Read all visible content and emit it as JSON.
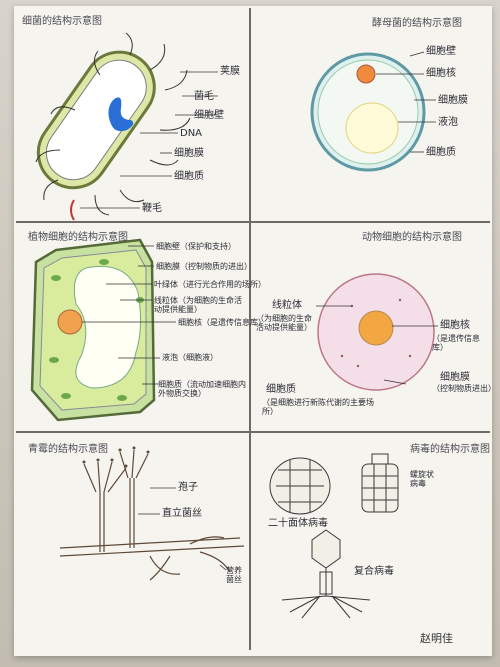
{
  "panels": {
    "bacteria": {
      "title": "细菌的结构示意图",
      "labels": [
        "荚膜",
        "菌毛",
        "细胞壁",
        "DNA",
        "细胞膜",
        "细胞质",
        "鞭毛"
      ]
    },
    "yeast": {
      "title": "酵母菌的结构示意图",
      "labels": [
        "细胞壁",
        "细胞核",
        "细胞膜",
        "液泡",
        "细胞质"
      ]
    },
    "plant": {
      "title": "植物细胞的结构示意图",
      "labels": [
        "细胞壁（保护和支持）",
        "细胞膜（控制物质的进出）",
        "叶绿体（进行光合作用的场所）",
        "线粒体（为细胞的生命活动提供能量）",
        "细胞核（是遗传信息库）",
        "液泡（细胞液）",
        "细胞质（流动加速细胞内外物质交换）"
      ]
    },
    "animal": {
      "title": "动物细胞的结构示意图",
      "labels": [
        "线粒体",
        "（为细胞的生命活动提供能量）",
        "细胞核",
        "（是遗传信息库）",
        "细胞膜",
        "（控制物质进出）",
        "细胞质",
        "（是细胞进行新陈代谢的主要场所）"
      ]
    },
    "mold": {
      "title": "青霉的结构示意图",
      "labels": [
        "孢子",
        "直立菌丝",
        "营养菌丝"
      ]
    },
    "virus": {
      "title": "病毒的结构示意图",
      "labels": [
        "二十面体病毒",
        "螺旋状病毒",
        "复合病毒"
      ],
      "signature": "赵明佳"
    }
  }
}
